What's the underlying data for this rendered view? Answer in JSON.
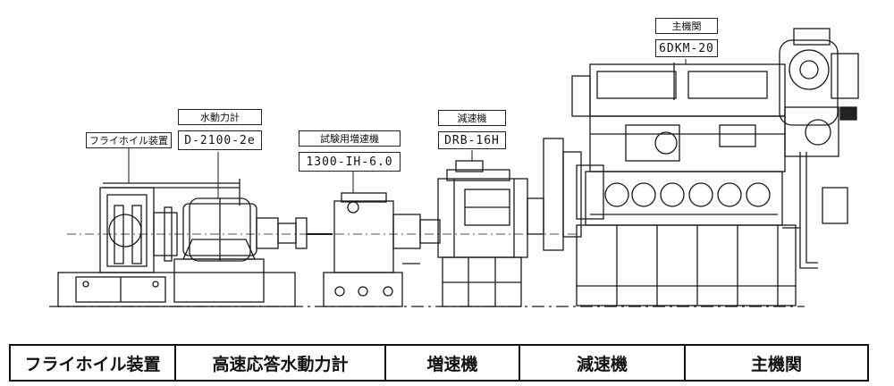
{
  "labels": {
    "main_engine_title": "主機関",
    "main_engine_model": "6DKM-20",
    "reducer_title": "減速機",
    "reducer_model": "DRB-16H",
    "test_gear_title": "試験用増速機",
    "test_gear_model": "1300-IH-6.0",
    "dynamometer_title": "水動力計",
    "dynamometer_model": "D-2100-2e",
    "flywheel_title": "フライホイル装置"
  },
  "table": [
    "フライホイル装置",
    "高速応答水動力計",
    "増速機",
    "減速機",
    "主機関"
  ],
  "colors": {
    "line": "#1a1a1a",
    "fill": "#ffffff",
    "dark": "#222222"
  }
}
